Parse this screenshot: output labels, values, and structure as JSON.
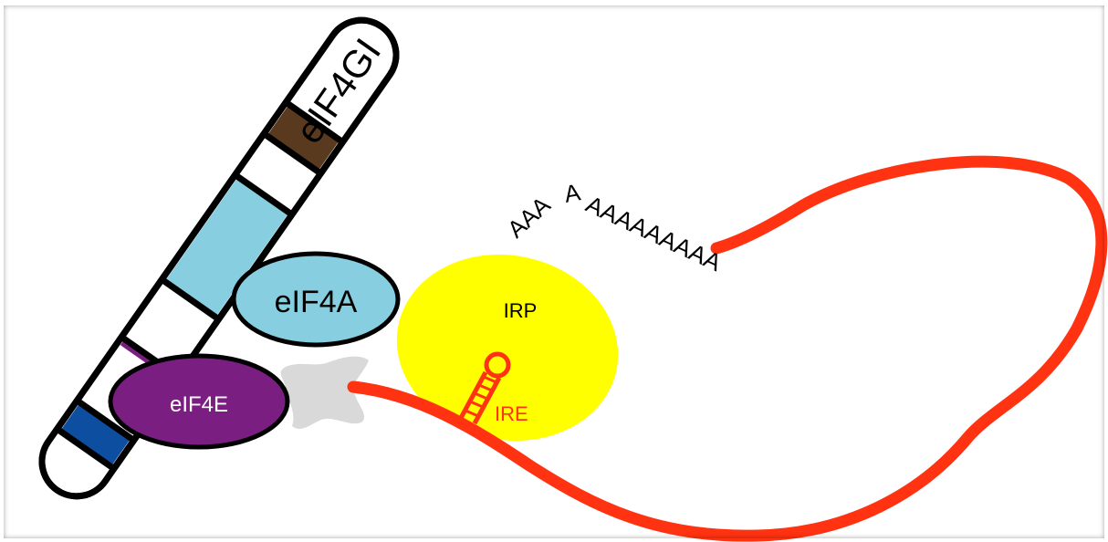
{
  "labels": {
    "eif4gi": "eIF4GI",
    "eif4a": "eIF4A",
    "eif4e": "eIF4E",
    "irp": "IRP",
    "ire": "IRE",
    "polya_1": "AAA",
    "polya_2": "A",
    "polya_3": "AAAAAAAAA"
  },
  "colors": {
    "scaffold_outline": "#000000",
    "segment_light_blue": "#87cfe0",
    "segment_brown": "#5a3a1f",
    "segment_dark_blue": "#0d4ea0",
    "eif4a_fill": "#87cfe0",
    "eif4e_fill": "#7b1e82",
    "irp_fill": "#ffff00",
    "cap_fill": "#d9d9d9",
    "mrna": "#ff3311",
    "ire_text": "#ff3311"
  },
  "icons": {
    "cap": "cap-blob-icon",
    "hairpin": "ire-hairpin-icon"
  }
}
